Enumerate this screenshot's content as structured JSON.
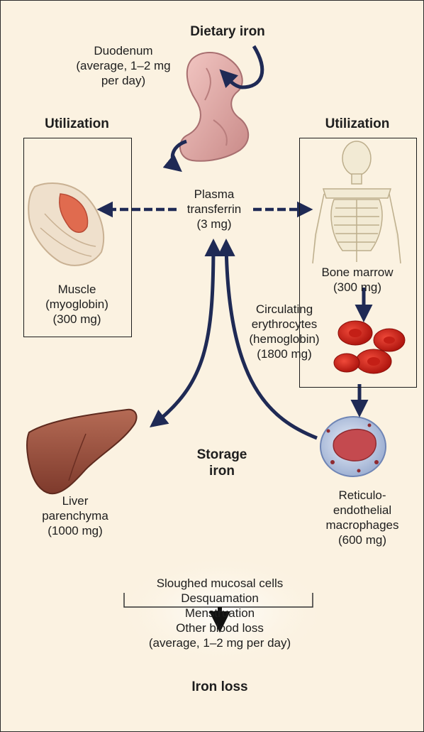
{
  "labels": {
    "dietary_iron": "Dietary iron",
    "duodenum": "Duodenum\n(average, 1–2 mg\nper day)",
    "utilization_left": "Utilization",
    "utilization_right": "Utilization",
    "plasma_transferrin": "Plasma\ntransferrin\n(3 mg)",
    "muscle": "Muscle\n(myoglobin)\n(300 mg)",
    "bone_marrow": "Bone marrow\n(300 mg)",
    "erythrocytes": "Circulating\nerythrocytes\n(hemoglobin)\n(1800 mg)",
    "storage_iron": "Storage\niron",
    "liver": "Liver\nparenchyma\n(1000 mg)",
    "macrophages": "Reticulo-\nendothelial\nmacrophages\n(600 mg)",
    "loss_sources": "Sloughed mucosal cells\nDesquamation\nMenstruation\nOther blood loss",
    "loss_average": "(average, 1–2 mg per day)",
    "iron_loss": "Iron loss"
  },
  "colors": {
    "background": "#fbf2e1",
    "arrow": "#1f2a55",
    "box_border": "#1c1c1c"
  },
  "icons": [
    "duodenum-illustration",
    "muscle-illustration",
    "skeleton-illustration",
    "erythrocytes-illustration",
    "liver-illustration",
    "macrophage-illustration"
  ]
}
